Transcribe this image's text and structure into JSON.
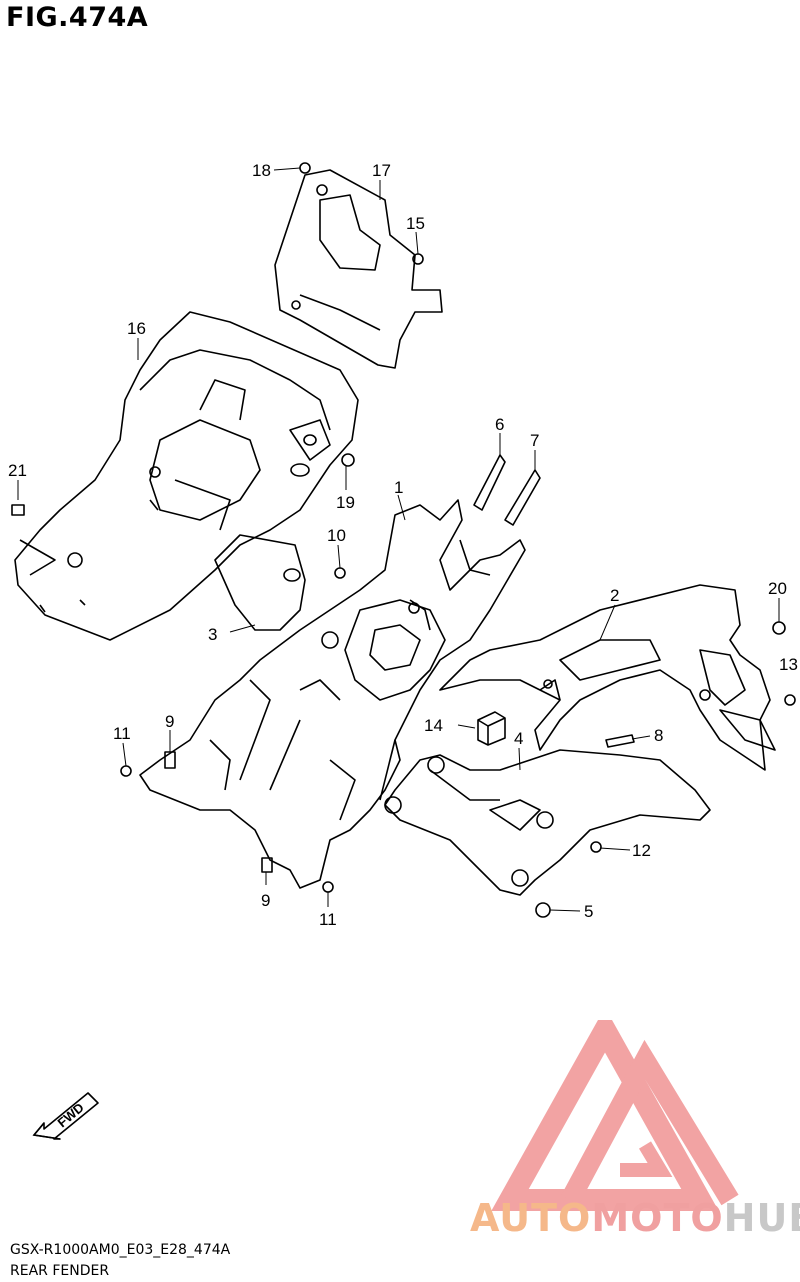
{
  "figure": {
    "title": "FIG.474A",
    "code": "GSX-R1000AM0_E03_E28_474A",
    "caption": "REAR FENDER",
    "fwd_label": "FWD"
  },
  "brand": {
    "part1": "AUTO",
    "part2": "MOTO",
    "part3": "HUB"
  },
  "callouts": [
    {
      "id": "1",
      "label": "1"
    },
    {
      "id": "2",
      "label": "2"
    },
    {
      "id": "3",
      "label": "3"
    },
    {
      "id": "4",
      "label": "4"
    },
    {
      "id": "5",
      "label": "5"
    },
    {
      "id": "6",
      "label": "6"
    },
    {
      "id": "7",
      "label": "7"
    },
    {
      "id": "8",
      "label": "8"
    },
    {
      "id": "9a",
      "label": "9"
    },
    {
      "id": "9b",
      "label": "9"
    },
    {
      "id": "10",
      "label": "10"
    },
    {
      "id": "11a",
      "label": "11"
    },
    {
      "id": "11b",
      "label": "11"
    },
    {
      "id": "12",
      "label": "12"
    },
    {
      "id": "13",
      "label": "13"
    },
    {
      "id": "14",
      "label": "14"
    },
    {
      "id": "15",
      "label": "15"
    },
    {
      "id": "16",
      "label": "16"
    },
    {
      "id": "17",
      "label": "17"
    },
    {
      "id": "18",
      "label": "18"
    },
    {
      "id": "19",
      "label": "19"
    },
    {
      "id": "20",
      "label": "20"
    },
    {
      "id": "21",
      "label": "21"
    }
  ]
}
